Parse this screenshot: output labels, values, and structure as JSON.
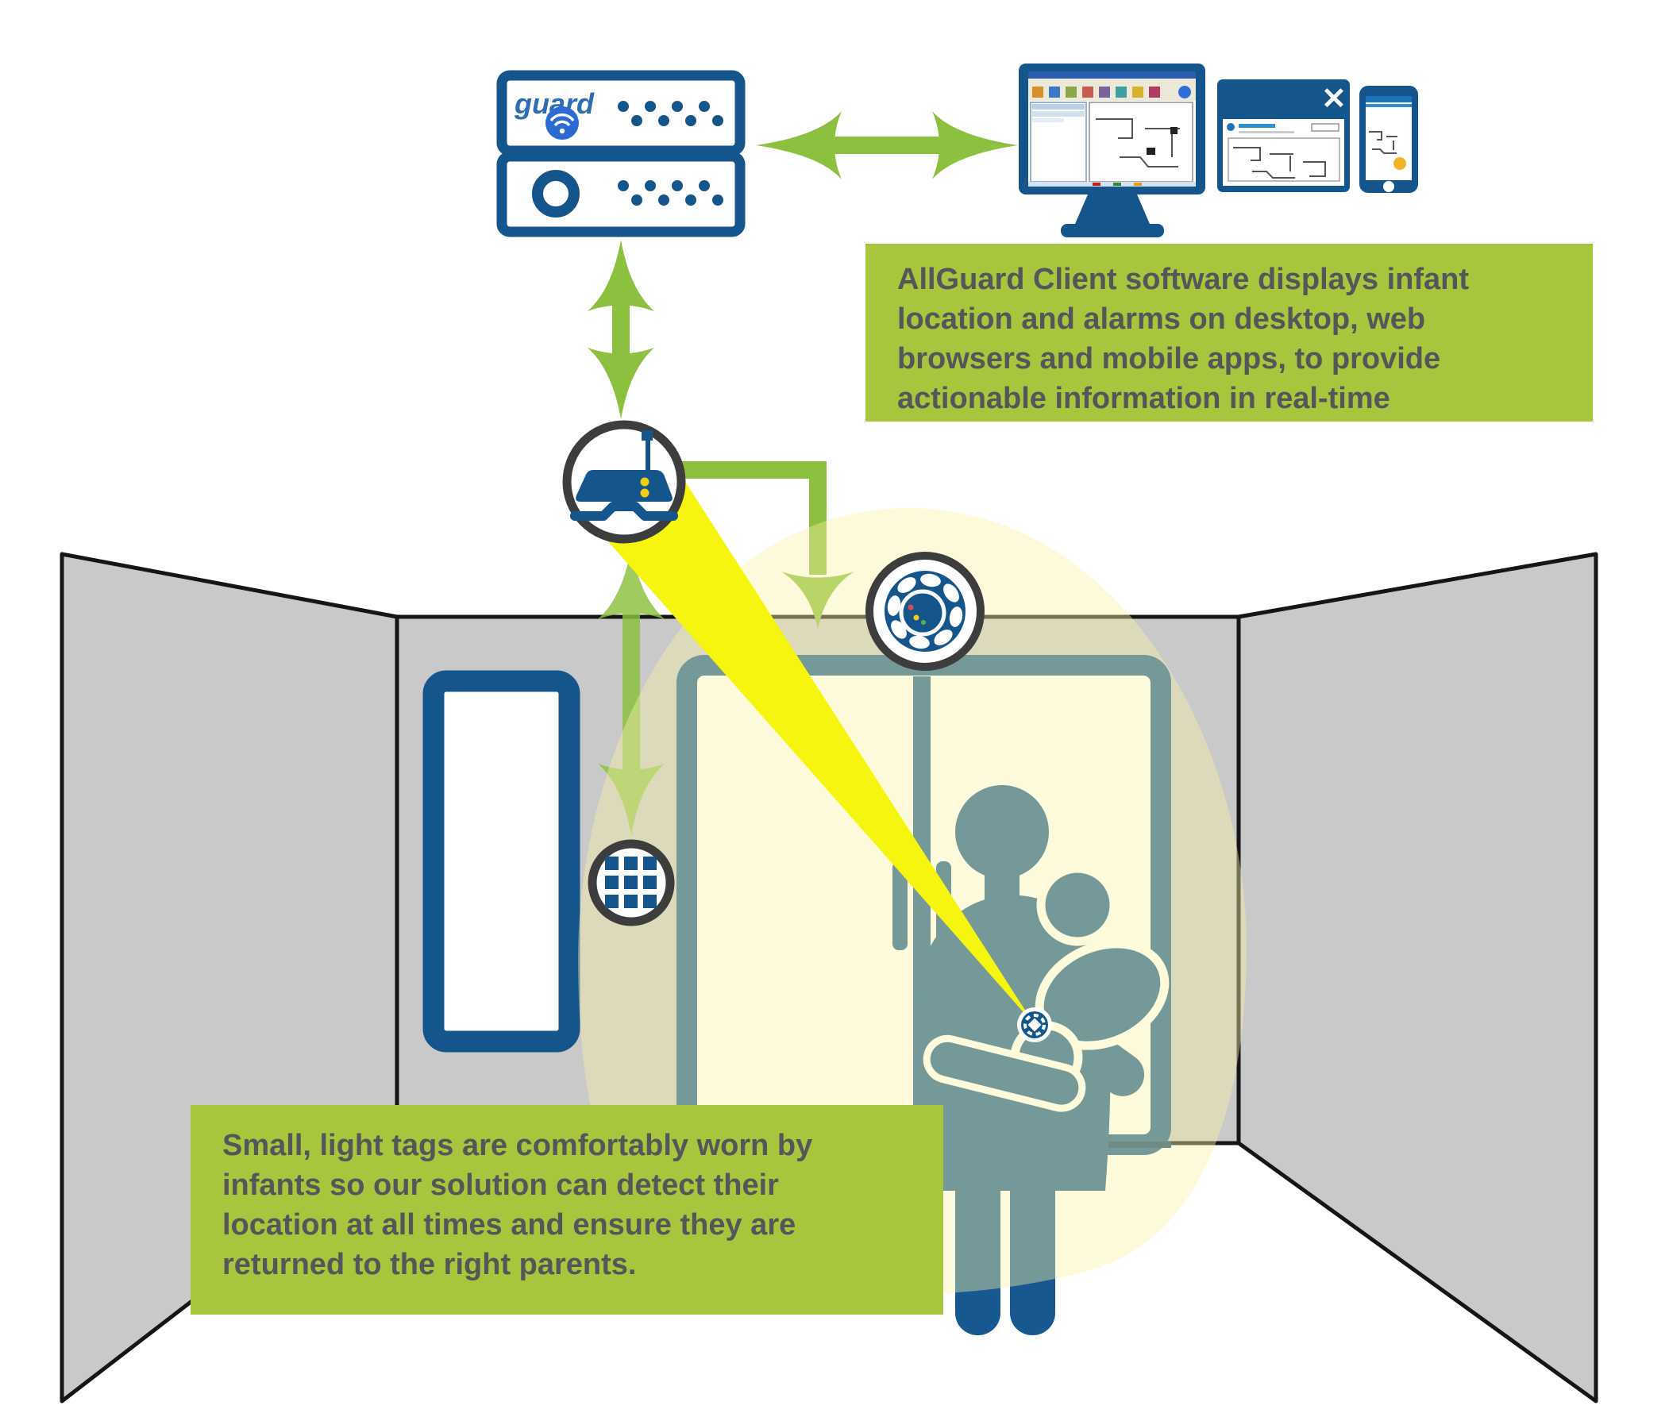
{
  "title": "AllGuard infant protection system diagram",
  "colors": {
    "accent_green": "#8cc03e",
    "panel_green": "#a7c63e",
    "navy": "#14568c",
    "person_navy": "#175890",
    "wall_gray": "#c9c9c9",
    "outline_dark": "#151515",
    "ring_dark": "#3d3d3d",
    "beam_yellow": "#f5f50f",
    "glow_yellow": "rgba(247,243,166,0.42)",
    "text_dark": "#54565a",
    "logo_blue": "#2e6db4",
    "led_yellow": "#f2cf0c"
  },
  "server": {
    "logo": "guard"
  },
  "displays": {
    "close_label": "✕"
  },
  "icons": [
    "wifi-globe-icon",
    "power-ring-icon",
    "led-dots",
    "close-icon",
    "home-button-icon",
    "gateway-device-icon",
    "ceiling-exciter-icon",
    "wall-receiver-icon",
    "infant-tag-icon"
  ],
  "callouts": {
    "client_software": {
      "lines": [
        "AllGuard Client software displays infant",
        "location and alarms on desktop, web",
        "browsers and mobile apps, to provide",
        "actionable information in real-time"
      ]
    },
    "infant_tags": {
      "lines": [
        "Small, light tags are comfortably worn by",
        "infants so our solution can detect their",
        "location at all times and ensure they are",
        "returned to the right parents."
      ]
    }
  }
}
